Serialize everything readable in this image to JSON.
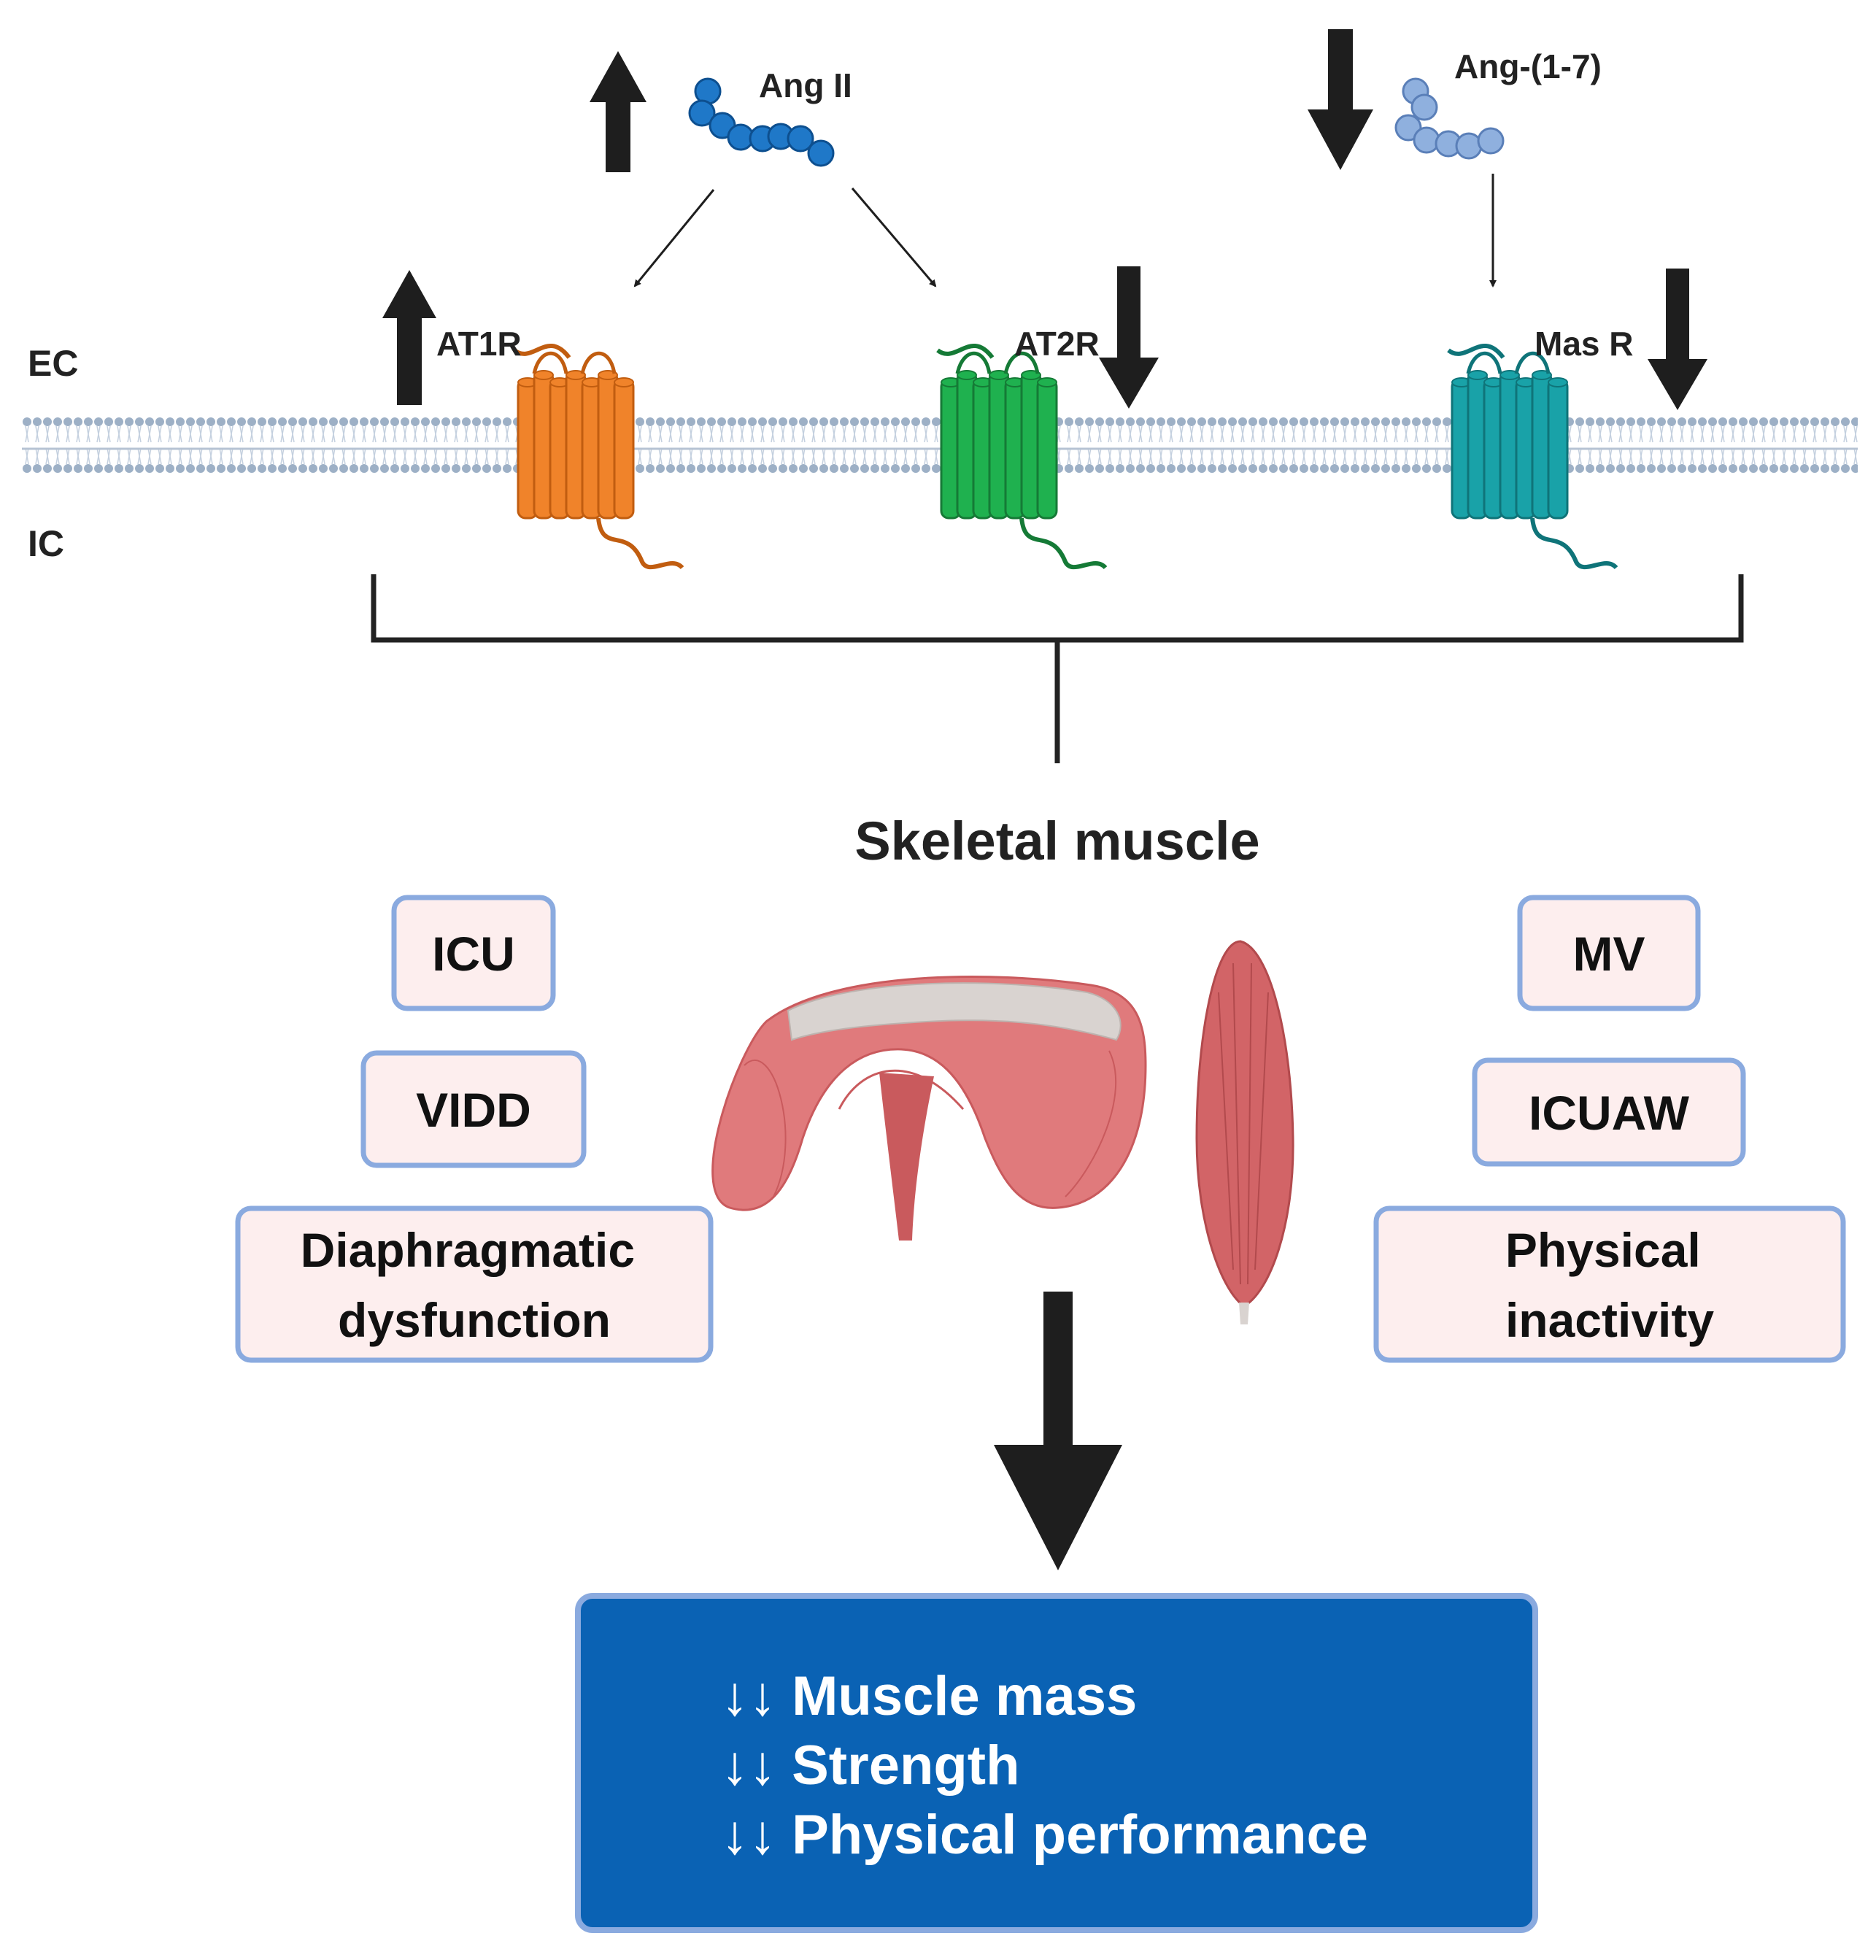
{
  "membrane": {
    "extracellular_label": "EC",
    "intracellular_label": "IC"
  },
  "ligands": {
    "ang2": {
      "label": "Ang II",
      "color": "#1f78c8",
      "change": "up"
    },
    "ang17": {
      "label": "Ang-(1-7)",
      "color": "#8fb0de",
      "change": "down"
    }
  },
  "receptors": [
    {
      "label": "AT1R",
      "color": "#f0832a",
      "change": "up"
    },
    {
      "label": "AT2R",
      "color": "#1fb14f",
      "change": "down"
    },
    {
      "label": "Mas R",
      "color": "#19a2a8",
      "change": "down"
    }
  ],
  "title": "Skeletal muscle",
  "left_boxes": [
    [
      "ICU"
    ],
    [
      "VIDD"
    ],
    [
      "Diaphragmatic",
      "dysfunction"
    ]
  ],
  "right_boxes": [
    [
      "MV"
    ],
    [
      "ICUAW"
    ],
    [
      "Physical",
      "inactivity"
    ]
  ],
  "outcome": {
    "lines": [
      "↓↓ Muscle mass",
      "↓↓ Strength",
      "↓↓ Physical performance"
    ],
    "fill": "#0a62b4"
  },
  "colors": {
    "box_fill": "#fdeeee",
    "box_border": "#8aaadf",
    "arrow": "#1e1e1e",
    "membrane_head": "#9db0c6",
    "muscle": "#d9676a"
  }
}
